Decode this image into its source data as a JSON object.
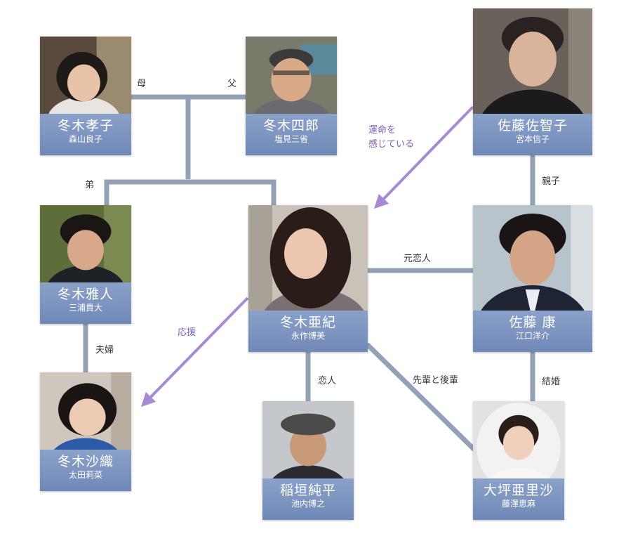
{
  "colors": {
    "line": "#93a1b7",
    "arrow": "#a58ad6",
    "plate": "#7d95bf"
  },
  "characters": {
    "takako": {
      "role": "冬木孝子",
      "actor": "森山良子"
    },
    "shiro": {
      "role": "冬木四郎",
      "actor": "塩見三省"
    },
    "sachiko": {
      "role": "佐藤佐智子",
      "actor": "宮本信子"
    },
    "masato": {
      "role": "冬木雅人",
      "actor": "三浦貴大"
    },
    "aki": {
      "role": "冬木亜紀",
      "actor": "永作博美"
    },
    "yasushi": {
      "role": "佐藤 康",
      "actor": "江口洋介"
    },
    "saori": {
      "role": "冬木沙織",
      "actor": "太田莉菜"
    },
    "junpei": {
      "role": "稲垣純平",
      "actor": "池内博之"
    },
    "arisa": {
      "role": "大坪亜里沙",
      "actor": "藤澤恵麻"
    }
  },
  "relations": {
    "mother": "母",
    "father": "父",
    "brother": "弟",
    "destiny_line1": "運命を",
    "destiny_line2": "感じている",
    "parent_child": "親子",
    "ex_lover": "元恋人",
    "support": "応援",
    "married_couple": "夫婦",
    "lover": "恋人",
    "senior_junior": "先輩と後輩",
    "marriage": "結婚"
  }
}
